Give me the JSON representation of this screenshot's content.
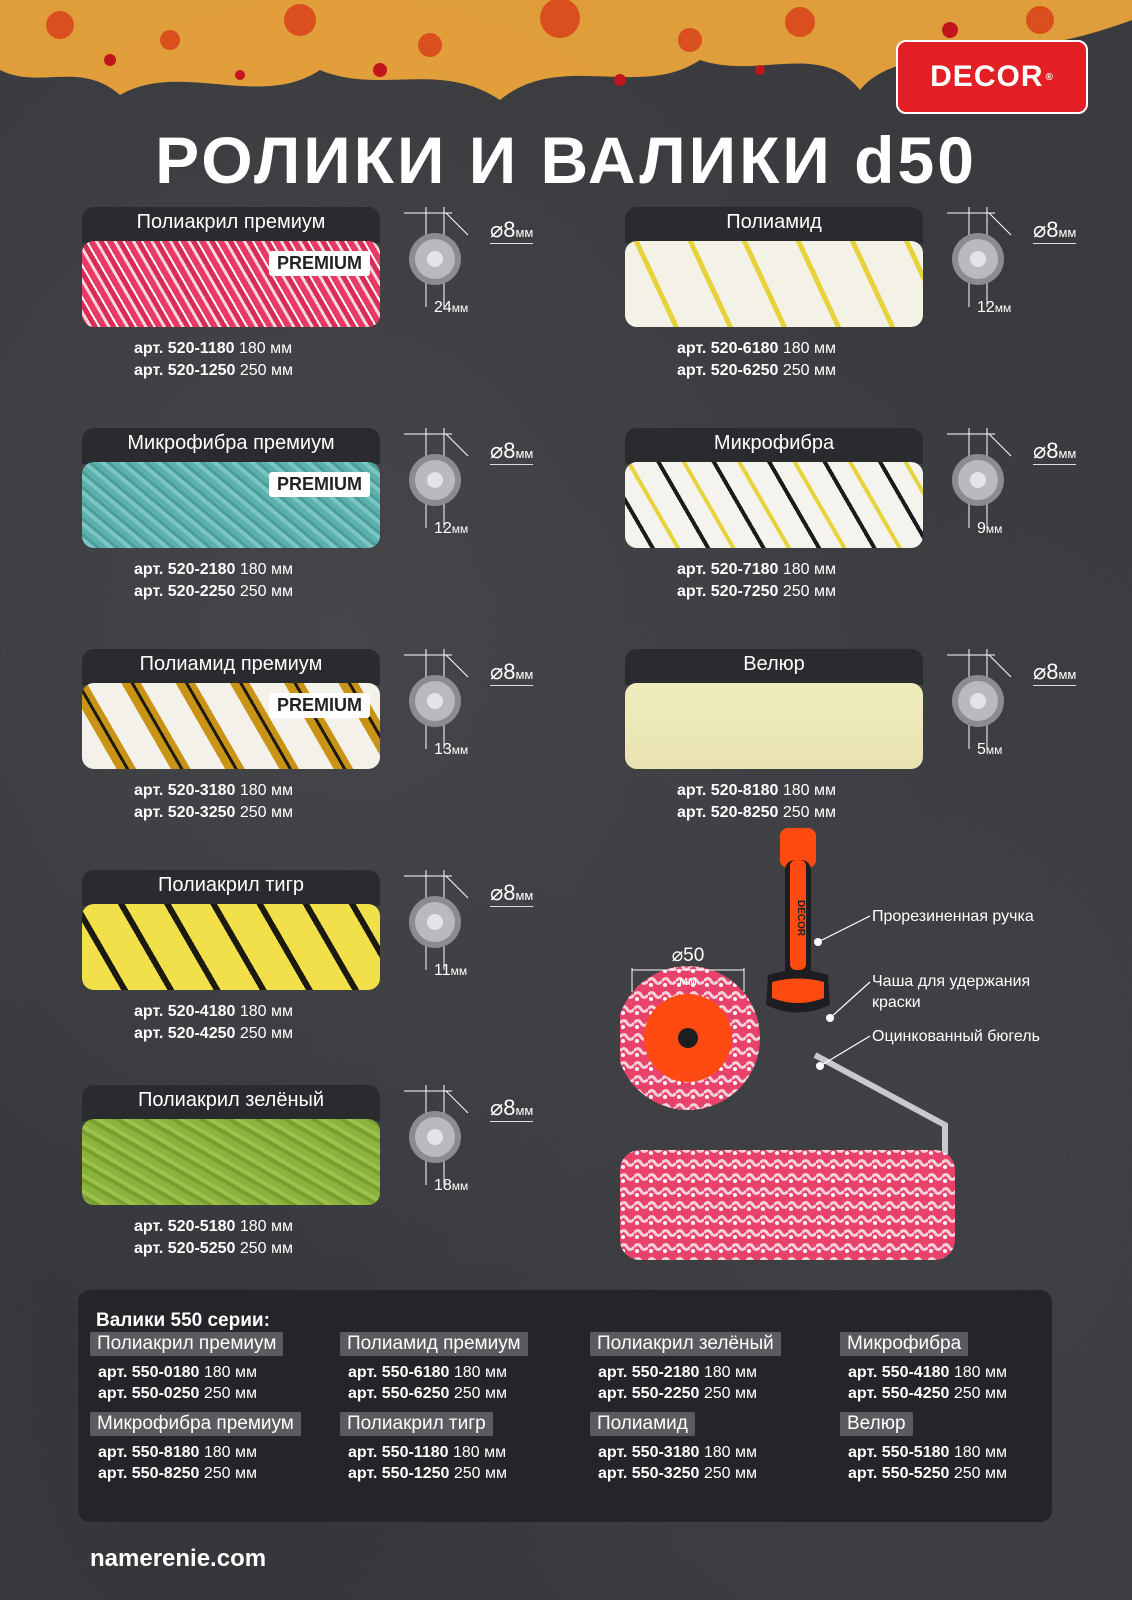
{
  "brand": {
    "logo_text": "DECOR",
    "logo_mark": "®"
  },
  "title": "РОЛИКИ И ВАЛИКИ d50",
  "products": [
    {
      "name": "Полиакрил премиум",
      "badge": "PREMIUM",
      "diameter": "⌀8",
      "diameter_unit": "мм",
      "nap": "24",
      "nap_unit": "мм",
      "art1_code": "арт. 520-1180",
      "art1_len": "180 мм",
      "art2_code": "арт. 520-1250",
      "art2_len": "250 мм",
      "pattern": "pink"
    },
    {
      "name": "Полиамид",
      "badge": "",
      "diameter": "⌀8",
      "diameter_unit": "мм",
      "nap": "12",
      "nap_unit": "мм",
      "art1_code": "арт. 520-6180",
      "art1_len": "180 мм",
      "art2_code": "арт. 520-6250",
      "art2_len": "250 мм",
      "pattern": "white-yellow"
    },
    {
      "name": "Микрофибра премиум",
      "badge": "PREMIUM",
      "diameter": "⌀8",
      "diameter_unit": "мм",
      "nap": "12",
      "nap_unit": "мм",
      "art1_code": "арт. 520-2180",
      "art1_len": "180 мм",
      "art2_code": "арт. 520-2250",
      "art2_len": "250 мм",
      "pattern": "teal"
    },
    {
      "name": "Микрофибра",
      "badge": "",
      "diameter": "⌀8",
      "diameter_unit": "мм",
      "nap": "9",
      "nap_unit": "мм",
      "art1_code": "арт. 520-7180",
      "art1_len": "180 мм",
      "art2_code": "арт. 520-7250",
      "art2_len": "250 мм",
      "pattern": "white-black-yellow"
    },
    {
      "name": "Полиамид премиум",
      "badge": "PREMIUM",
      "diameter": "⌀8",
      "diameter_unit": "мм",
      "nap": "13",
      "nap_unit": "мм",
      "art1_code": "арт. 520-3180",
      "art1_len": "180 мм",
      "art2_code": "арт. 520-3250",
      "art2_len": "250 мм",
      "pattern": "white-gold"
    },
    {
      "name": "Велюр",
      "badge": "",
      "diameter": "⌀8",
      "diameter_unit": "мм",
      "nap": "5",
      "nap_unit": "мм",
      "art1_code": "арт. 520-8180",
      "art1_len": "180 мм",
      "art2_code": "арт. 520-8250",
      "art2_len": "250 мм",
      "pattern": "cream"
    },
    {
      "name": "Полиакрил тигр",
      "badge": "",
      "diameter": "⌀8",
      "diameter_unit": "мм",
      "nap": "11",
      "nap_unit": "мм",
      "art1_code": "арт. 520-4180",
      "art1_len": "180 мм",
      "art2_code": "арт. 520-4250",
      "art2_len": "250 мм",
      "pattern": "tiger"
    },
    {
      "name": "Полиакрил зелёный",
      "badge": "",
      "diameter": "⌀8",
      "diameter_unit": "мм",
      "nap": "18",
      "nap_unit": "мм",
      "art1_code": "арт. 520-5180",
      "art1_len": "180 мм",
      "art2_code": "арт. 520-5250",
      "art2_len": "250 мм",
      "pattern": "green"
    }
  ],
  "showcase": {
    "diameter_label": "⌀50",
    "diameter_unit": "мм",
    "handle_brand": "DECOR",
    "callouts": [
      "Прорезиненная ручка",
      "Чаша для удержания",
      "краски",
      "Оцинкованный бюгель"
    ]
  },
  "series550": {
    "title": "Валики 550 серии:",
    "items": [
      {
        "name": "Полиакрил премиум",
        "a1": "арт. 550-0180",
        "l1": "180 мм",
        "a2": "арт. 550-0250",
        "l2": "250 мм"
      },
      {
        "name": "Полиамид премиум",
        "a1": "арт. 550-6180",
        "l1": "180 мм",
        "a2": "арт. 550-6250",
        "l2": "250 мм"
      },
      {
        "name": "Полиакрил зелёный",
        "a1": "арт. 550-2180",
        "l1": "180 мм",
        "a2": "арт. 550-2250",
        "l2": "250 мм"
      },
      {
        "name": "Микрофибра",
        "a1": "арт. 550-4180",
        "l1": "180 мм",
        "a2": "арт. 550-4250",
        "l2": "250 мм"
      },
      {
        "name": "Микрофибра премиум",
        "a1": "арт. 550-8180",
        "l1": "180 мм",
        "a2": "арт. 550-8250",
        "l2": "250 мм"
      },
      {
        "name": "Полиакрил тигр",
        "a1": "арт. 550-1180",
        "l1": "180 мм",
        "a2": "арт. 550-1250",
        "l2": "250 мм"
      },
      {
        "name": "Полиамид",
        "a1": "арт. 550-3180",
        "l1": "180 мм",
        "a2": "арт. 550-3250",
        "l2": "250 мм"
      },
      {
        "name": "Велюр",
        "a1": "арт. 550-5180",
        "l1": "180 мм",
        "a2": "арт. 550-5250",
        "l2": "250 мм"
      }
    ]
  },
  "footer": {
    "site": "namerenie.com"
  },
  "colors": {
    "accent": "#e31e24",
    "background": "#3a3b3e",
    "panel": "#242528"
  }
}
